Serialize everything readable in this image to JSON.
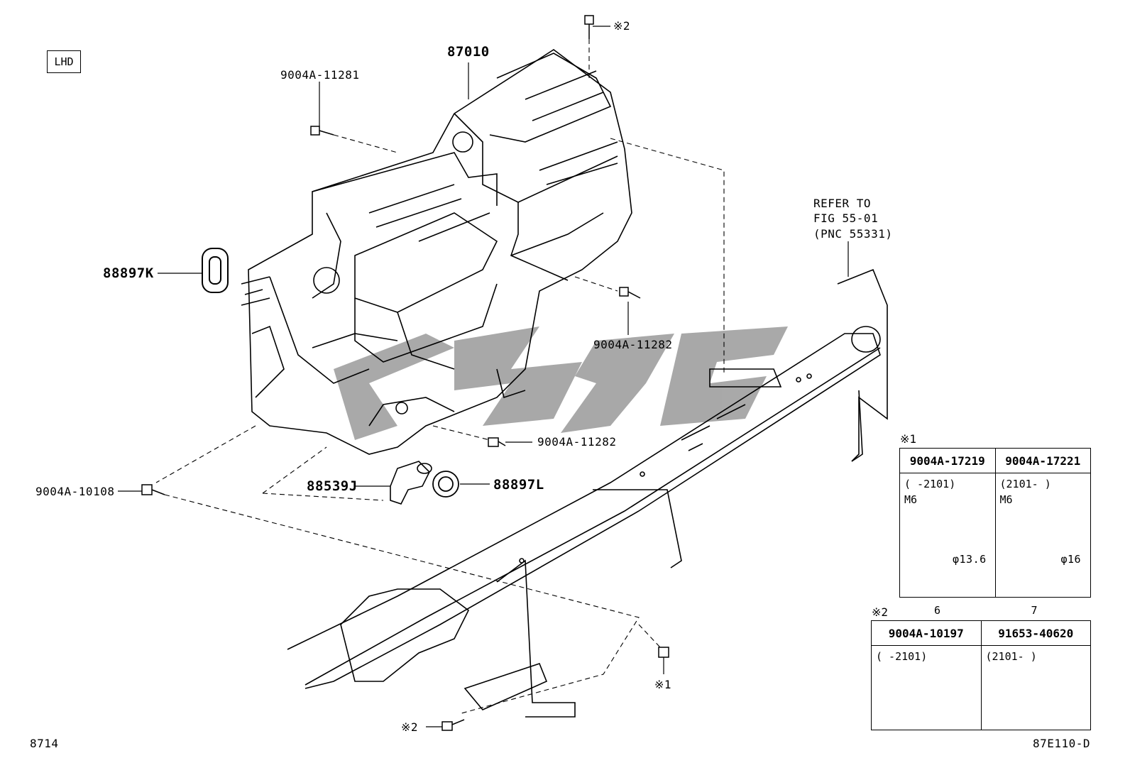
{
  "badge": "LHD",
  "labels": {
    "main_unit": "87010",
    "screw_top_left": "9004A-11281",
    "screw_top_mark": "※2",
    "gasket_left": "88897K",
    "screw_right": "9004A-11282",
    "screw_bottom": "9004A-11282",
    "screw_clip": "9004A-10108",
    "hose": "88539J",
    "grommet": "88897L",
    "nut_mark": "※1",
    "bolt_mark": "※2",
    "refer_line1": "REFER TO",
    "refer_line2": "FIG 55-01",
    "refer_line3": "(PNC 55331)",
    "page_code": "8714",
    "figure_code": "87E110-D"
  },
  "table1": {
    "note": "※1",
    "col1": {
      "part": "9004A-17219",
      "range": "(      -2101)",
      "size": "M6",
      "dia": "φ13.6",
      "width": "6"
    },
    "col2": {
      "part": "9004A-17221",
      "range": "(2101-      )",
      "size": "M6",
      "dia": "φ16",
      "width": "7"
    }
  },
  "table2": {
    "note": "※2",
    "col1": {
      "part": "9004A-10197",
      "range": "(     -2101)"
    },
    "col2": {
      "part": "91653-40620",
      "range": "(2101-     )"
    }
  },
  "colors": {
    "line": "#000000",
    "watermark": "#9a9a9a"
  }
}
